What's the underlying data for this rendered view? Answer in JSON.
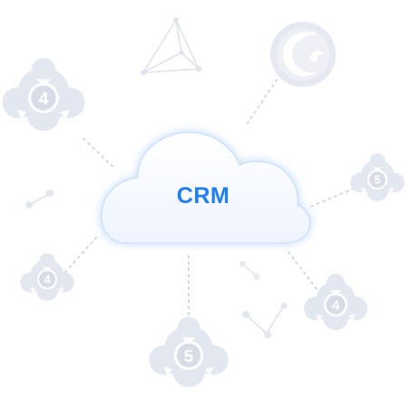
{
  "hub": {
    "label": "CRM"
  },
  "nodes": [
    {
      "name": "badge-node-top-left",
      "number": "4"
    },
    {
      "name": "badge-node-right",
      "number": "5"
    },
    {
      "name": "badge-node-left",
      "number": "4"
    },
    {
      "name": "badge-node-bottom-right",
      "number": "4"
    },
    {
      "name": "badge-node-bottom",
      "number": "5"
    }
  ],
  "colors": {
    "accent": "#1f7ff0",
    "cloud_fill": "#f2f7fe",
    "cloud_glow": "#bdd9fb",
    "node_fill": "#e6e9f1",
    "connector": "#cfd3dc"
  }
}
